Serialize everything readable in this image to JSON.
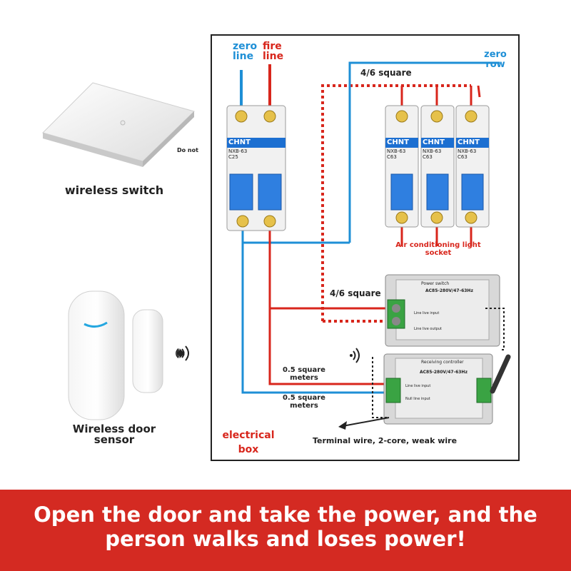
{
  "switch": {
    "caption": "wireless switch",
    "note": "Do not"
  },
  "sensor": {
    "caption": "Wireless door sensor"
  },
  "labels": {
    "zero_line": "zero line",
    "fire_line": "fire line",
    "zero_row": "zero row",
    "square_46_top": "4/6 square",
    "square_46_mid": "4/6 square",
    "ac_light_socket": "Air conditioning light socket",
    "square_05_a": "0.5 square meters",
    "square_05_b": "0.5 square meters",
    "electrical_box": "electrical box",
    "terminal_wire": "Terminal wire, 2-core, weak wire"
  },
  "breakers": {
    "main": {
      "brand": "CHNT",
      "model": "NXB-63",
      "rating": "C25"
    },
    "branch": [
      {
        "brand": "CHNT",
        "model": "NXB-63",
        "rating": "C63"
      },
      {
        "brand": "CHNT",
        "model": "NXB-63",
        "rating": "C63"
      },
      {
        "brand": "CHNT",
        "model": "NXB-63",
        "rating": "C63"
      }
    ]
  },
  "modules": {
    "power_switch": {
      "title": "Power switch",
      "spec": "AC85-280V/47-63Hz",
      "line_in": "Line live input",
      "line_out": "Line live output"
    },
    "receiver": {
      "title": "Receiving controller",
      "spec": "AC85-280V/47-63Hz",
      "fire_in": "Line live input",
      "zero_in": "Null line input"
    }
  },
  "banner": {
    "text": "Open the door and take the power, and the person walks and loses power!"
  },
  "colors": {
    "banner": "#d42a22",
    "wire_blue": "#1e8fd6",
    "wire_red": "#d8261c",
    "breaker_blue": "#1c6fd1"
  }
}
